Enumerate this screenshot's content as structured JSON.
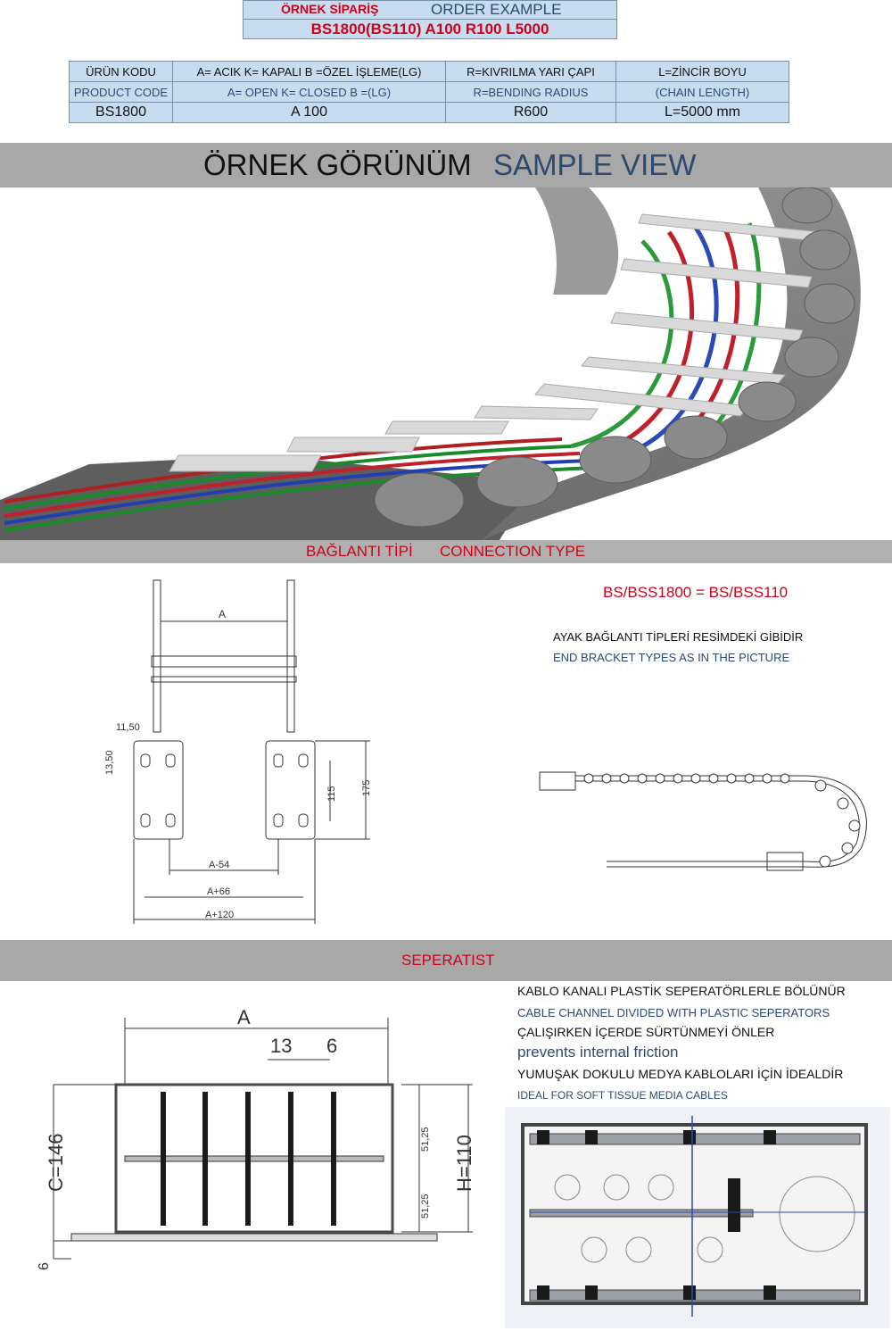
{
  "order": {
    "title_tr": "ÖRNEK SİPARİŞ",
    "title_en": "ORDER EXAMPLE",
    "code": "BS1800(BS110)  A100 R100     L5000"
  },
  "spec_table": {
    "row_tr": [
      "ÜRÜN KODU",
      "A= ACIK K= KAPALI B =ÖZEL İŞLEME(LG)",
      "R=KIVRILMA YARI ÇAPI",
      "L=ZİNCİR BOYU"
    ],
    "row_en": [
      "PRODUCT CODE",
      "A= OPEN K= CLOSED B =(LG)",
      "R=BENDING RADIUS",
      "(CHAIN LENGTH)"
    ],
    "row_val": [
      "BS1800",
      "A      100",
      "R600",
      "L=5000 mm"
    ]
  },
  "sample_view": {
    "title_tr": "ÖRNEK GÖRÜNÜM",
    "title_en": "SAMPLE VIEW"
  },
  "connection": {
    "title_tr": "BAĞLANTI TİPİ",
    "title_en": "CONNECTION TYPE",
    "equivalence": "BS/BSS1800  =  BS/BSS110",
    "note_tr": "AYAK BAĞLANTI TİPLERİ RESİMDEKİ GİBİDİR",
    "note_en": "END BRACKET TYPES AS IN THE PICTURE",
    "dims": {
      "a": "A",
      "d1150": "11,50",
      "d1350": "13,50",
      "d115": "115",
      "d175": "175",
      "a54": "A-54",
      "a66": "A+66",
      "a120": "A+120"
    }
  },
  "separator": {
    "title": "SEPERATIST",
    "line1_tr": "KABLO KANALI PLASTİK SEPERATÖRLERLE BÖLÜNÜR",
    "line1_en": "CABLE CHANNEL DIVIDED WITH PLASTIC SEPERATORS",
    "line2_tr": "ÇALIŞIRKEN İÇERDE SÜRTÜNMEYİ ÖNLER",
    "line2_en": "prevents internal friction",
    "line3_tr": "YUMUŞAK DOKULU MEDYA KABLOLARI İÇİN İDEALDİR",
    "line3_en": "IDEAL FOR SOFT TISSUE MEDIA CABLES",
    "dims": {
      "a": "A",
      "d13": "13",
      "d6": "6",
      "c146": "C=146",
      "h110": "H=110",
      "d5125a": "51,25",
      "d5125b": "51,25",
      "d6b": "6"
    }
  }
}
